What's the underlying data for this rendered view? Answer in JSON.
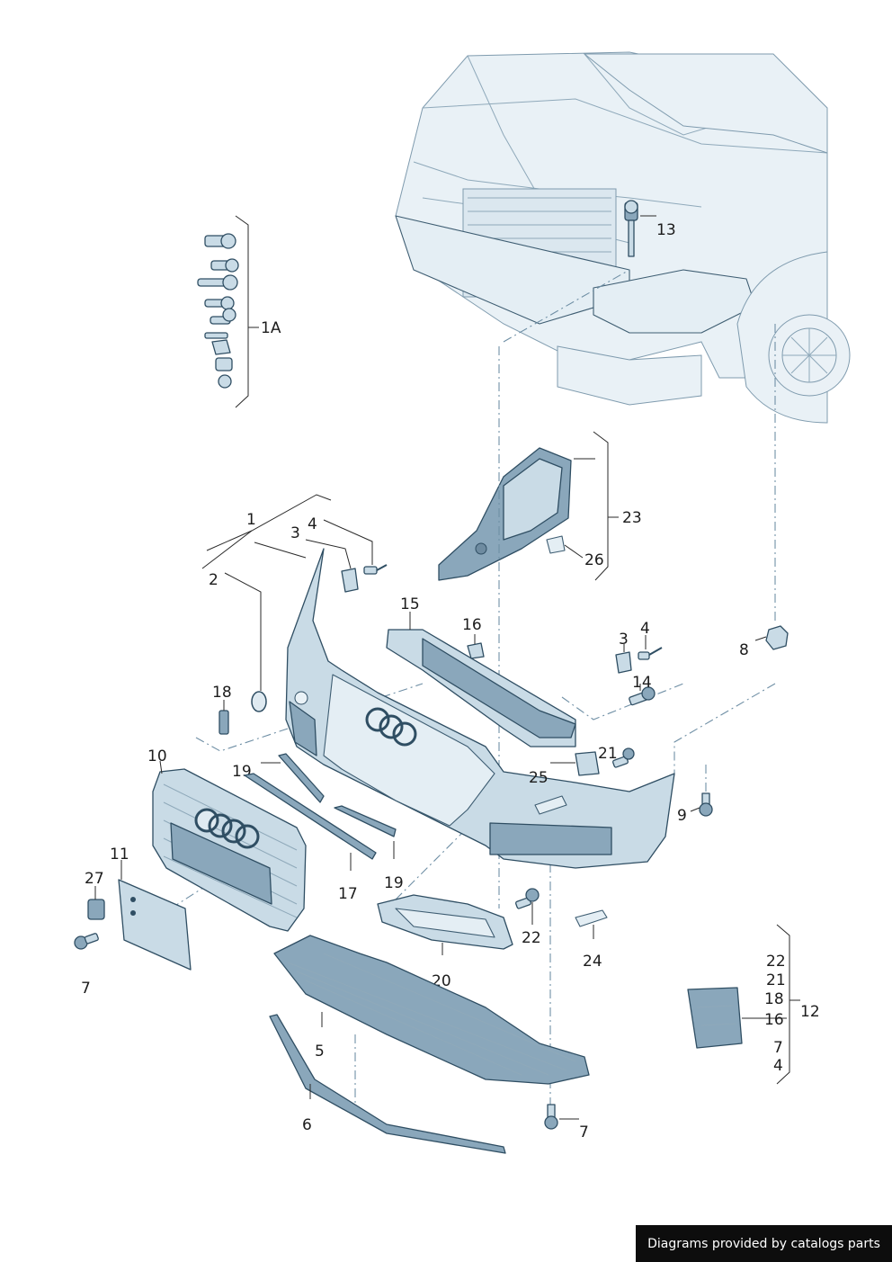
{
  "diagram": {
    "callouts": {
      "c13": "13",
      "c1A": "1A",
      "c23": "23",
      "c26": "26",
      "c1": "1",
      "c2": "2",
      "c3a": "3",
      "c4a": "4",
      "c15": "15",
      "c16": "16",
      "c3b": "3",
      "c4b": "4",
      "c8": "8",
      "c14": "14",
      "c18": "18",
      "c10": "10",
      "c19a": "19",
      "c21": "21",
      "c25": "25",
      "c9": "9",
      "c11": "11",
      "c27": "27",
      "c17": "17",
      "c19b": "19",
      "c22": "22",
      "c24": "24",
      "c20": "20",
      "c7a": "7",
      "c5": "5",
      "c6": "6",
      "c7b": "7",
      "kit22": "22",
      "kit21": "21",
      "kit18": "18",
      "kit16": "16",
      "kit7": "7",
      "kit4": "4",
      "kit12": "12"
    }
  },
  "credit": {
    "text": "Diagrams provided by catalogs parts"
  }
}
